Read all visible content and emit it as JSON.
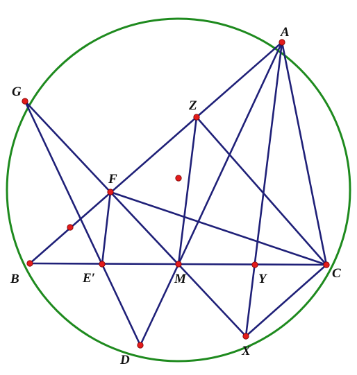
{
  "colors": {
    "circle": "#1e8a1e",
    "segments": "#1f2078",
    "points": "#e31b1b",
    "labels": "#111111"
  },
  "labels": {
    "A": "A",
    "B": "B",
    "C": "C",
    "D": "D",
    "E_prime": "E′",
    "F": "F",
    "G": "G",
    "M": "M",
    "X": "X",
    "Y": "Y",
    "Z": "Z"
  }
}
